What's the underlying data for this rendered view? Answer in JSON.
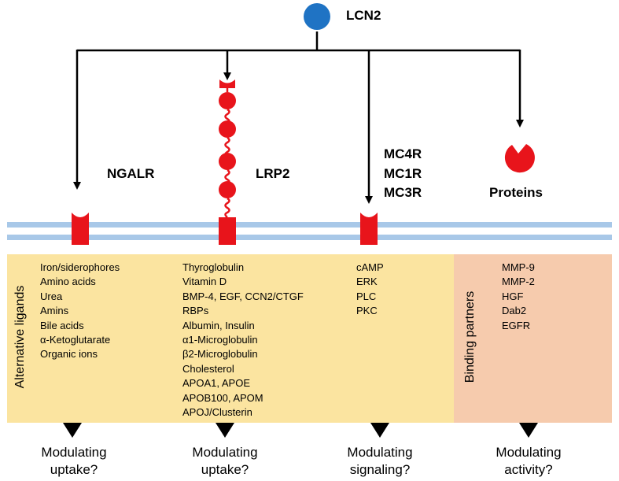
{
  "ligand": {
    "name": "LCN2"
  },
  "receptors": {
    "ngalr": "NGALR",
    "lrp2": "LRP2",
    "mcr": [
      "MC4R",
      "MC1R",
      "MC3R"
    ],
    "proteins": "Proteins"
  },
  "panels": {
    "ligands_title": "Alternative ligands",
    "binding_title": "Binding partners",
    "ngalr_ligands": [
      "Iron/siderophores",
      "Amino acids",
      "Urea",
      "Amins",
      "Bile acids",
      "α-Ketoglutarate",
      "Organic ions"
    ],
    "lrp2_ligands": [
      "Thyroglobulin",
      "Vitamin D",
      "BMP-4, EGF, CCN2/CTGF",
      "RBPs",
      "Albumin, Insulin",
      "α1-Microglobulin",
      "β2-Microglobulin",
      "Cholesterol",
      "APOA1, APOE",
      "APOB100, APOM",
      "APOJ/Clusterin"
    ],
    "mcr_signals": [
      "cAMP",
      "ERK",
      "PLC",
      "PKC"
    ],
    "binding_partners": [
      "MMP-9",
      "MMP-2",
      "HGF",
      "Dab2",
      "EGFR"
    ]
  },
  "outcomes": [
    {
      "line1": "Modulating",
      "line2": "uptake?"
    },
    {
      "line1": "Modulating",
      "line2": "uptake?"
    },
    {
      "line1": "Modulating",
      "line2": "signaling?"
    },
    {
      "line1": "Modulating",
      "line2": "activity?"
    }
  ],
  "colors": {
    "lcn2": "#1f73c4",
    "receptor": "#e8141b",
    "membrane": "#a8c8e8",
    "ligand_panel": "#fbe4a0",
    "binding_panel": "#f6cbad"
  }
}
